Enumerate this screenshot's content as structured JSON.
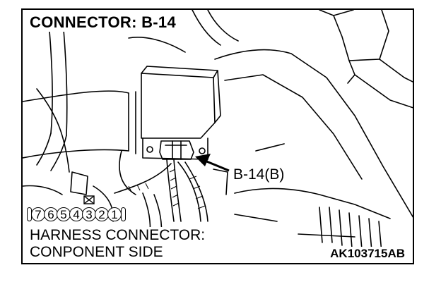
{
  "title": "CONNECTOR: B-14",
  "callout_label": "B-14(B)",
  "connector_pins": [
    "7",
    "6",
    "5",
    "4",
    "3",
    "2",
    "1"
  ],
  "harness_label_line1": "HARNESS CONNECTOR:",
  "harness_label_line2": "CONPONENT SIDE",
  "figure_code": "AK103715AB"
}
